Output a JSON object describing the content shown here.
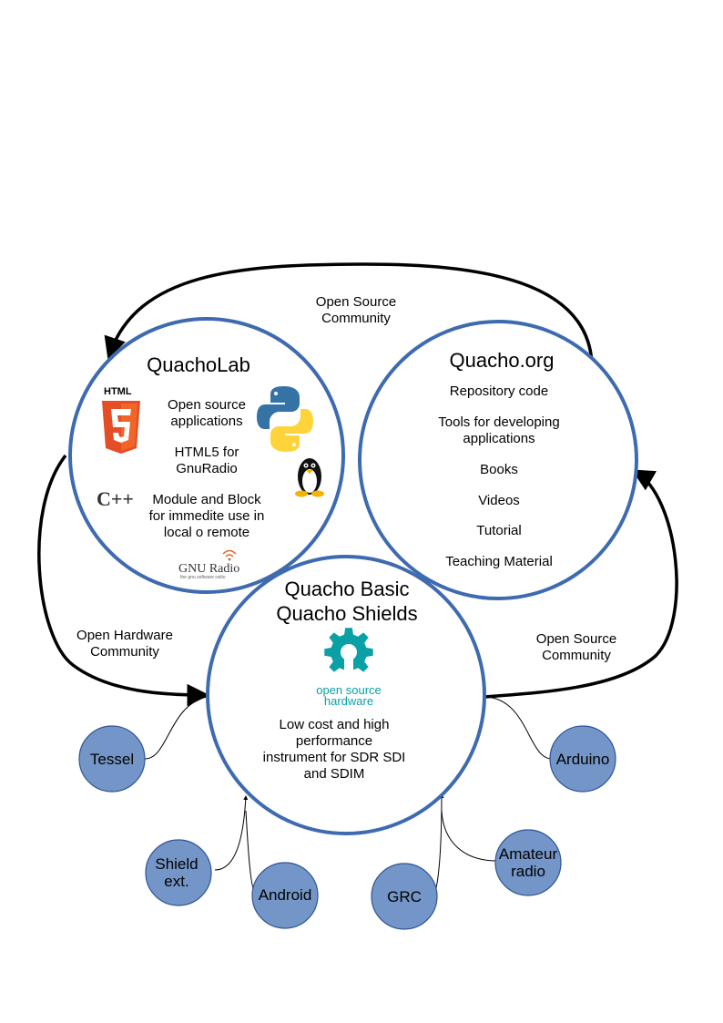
{
  "top_arrow_label": [
    "Open Source",
    "Community"
  ],
  "left_arrow_label": [
    "Open Hardware",
    "Community"
  ],
  "right_arrow_label": [
    "Open Source",
    "Community"
  ],
  "quacholab": {
    "title": "QuachoLab",
    "items": [
      [
        "Open source",
        "applications"
      ],
      [
        "HTML5 for",
        "GnuRadio"
      ],
      [
        "Module and Block",
        "for immedite use in",
        "local o remote"
      ]
    ],
    "logos": {
      "html5_icon": "html5-icon",
      "python_icon": "python-icon",
      "linux_icon": "linux-tux-icon",
      "cpp_icon": "cpp-icon",
      "gnuradio_icon": "gnuradio-icon",
      "html5_text": "HTML",
      "cpp_text": "C++",
      "gnuradio_text": "GNU Radio",
      "gnuradio_sub": "the gnu software radio"
    }
  },
  "quacho_org": {
    "title": "Quacho.org",
    "items": [
      [
        "Repository code"
      ],
      [
        "Tools for developing",
        "applications"
      ],
      [
        "Books"
      ],
      [
        "Videos"
      ],
      [
        "Tutorial"
      ],
      [
        "Teaching Material"
      ]
    ]
  },
  "quacho_basic": {
    "title": [
      "Quacho Basic",
      "Quacho Shields"
    ],
    "osh_logo": "open-source-hardware-icon",
    "osh_text": [
      "open source",
      "hardware"
    ],
    "description": [
      "Low cost and high",
      "performance",
      "instrument for SDR SDI",
      "and SDIM"
    ]
  },
  "satellites": {
    "tessel": [
      "Tessel"
    ],
    "arduino": [
      "Arduino"
    ],
    "shield_ext": [
      "Shield",
      "ext."
    ],
    "android": [
      "Android"
    ],
    "grc": [
      "GRC"
    ],
    "amateur_radio": [
      "Amateur",
      "radio"
    ]
  },
  "colors": {
    "circle_stroke": "#3e6bb0",
    "satellite_fill": "#7495c7",
    "satellite_stroke": "#2f5597",
    "osh_teal": "#0aa0a6",
    "html5_orange": "#e44d26",
    "python_blue": "#3572a5",
    "python_yellow": "#ffd43b"
  }
}
